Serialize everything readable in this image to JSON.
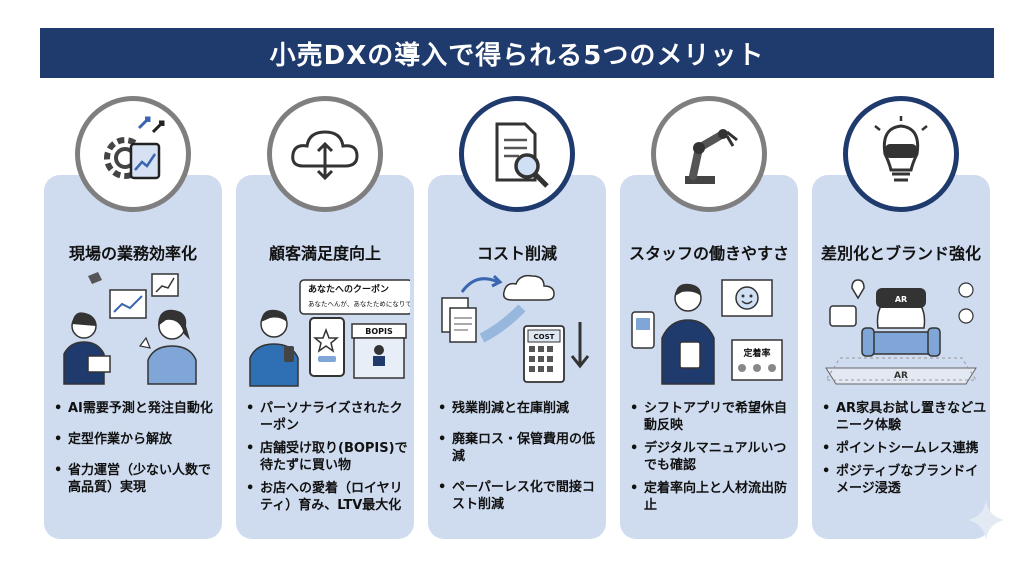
{
  "title": "小売DXの導入で得られる5つのメリット",
  "colors": {
    "navy": "#1f3a6d",
    "card_bg": "#cfdcef",
    "ring_gray": "#7f7f7f"
  },
  "cards": [
    {
      "title": "現場の業務効率化",
      "icon": "gear-tablet-icon",
      "bullets": [
        "AI需要予測と発注自動化",
        "定型作業から解放",
        "省力運営（少ない人数で高品質）実現"
      ]
    },
    {
      "title": "顧客満足度向上",
      "icon": "cloud-sync-icon",
      "bubble_title": "あなたへのクーポン",
      "bubble_text": "あなたへんが、あなたためになりです！",
      "shop_sign": "BOPIS",
      "bullets": [
        "パーソナライズされたクーポン",
        "店舗受け取り(BOPIS)で待たずに買い物",
        "お店への愛着（ロイヤリティ）育み、LTV最大化"
      ]
    },
    {
      "title": "コスト削減",
      "icon": "document-search-icon",
      "calc_label": "COST",
      "bullets": [
        "残業削減と在庫削減",
        "廃棄ロス・保管費用の低減",
        "ペーパーレス化で間接コスト削減"
      ]
    },
    {
      "title": "スタッフの働きやすさ",
      "icon": "robot-arm-icon",
      "board_label": "定着率",
      "bullets": [
        "シフトアプリで希望休自動反映",
        "デジタルマニュアルいつでも確認",
        "定着率向上と人材流出防止"
      ]
    },
    {
      "title": "差別化とブランド強化",
      "icon": "vr-bulb-icon",
      "ar_label": "AR",
      "headset_label": "AR",
      "bullets": [
        "AR家具お試し置きなどユニーク体験",
        "ポイントシームレス連携",
        "ポジティブなブランドイメージ浸透"
      ]
    }
  ]
}
